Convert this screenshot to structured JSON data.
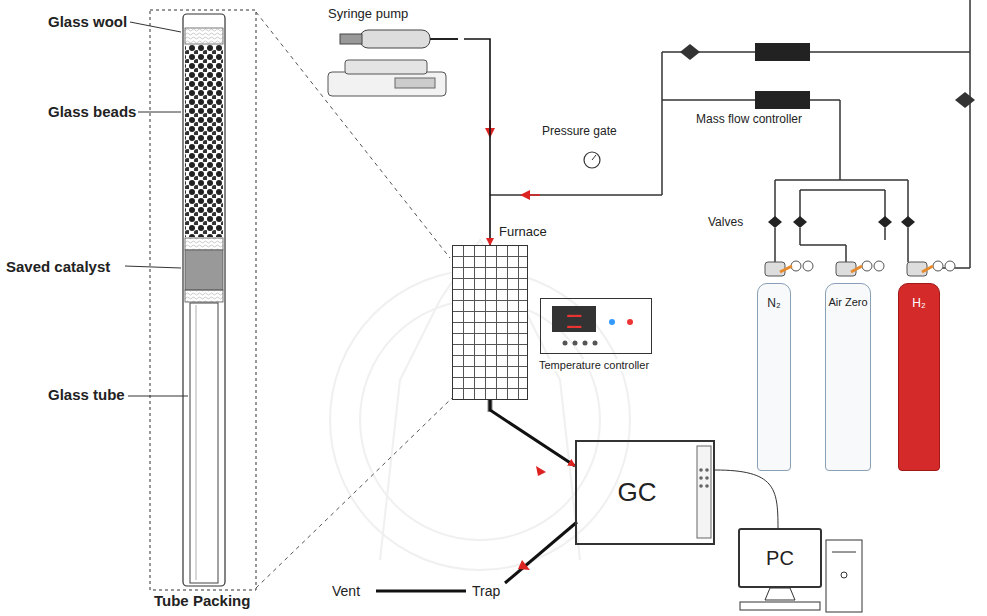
{
  "diagram": {
    "nodes": [
      {
        "text": [
          "Syringe pump"
        ]
      },
      {
        "text": [
          "Furnace"
        ]
      },
      {
        "text": [
          "Temperature controller"
        ]
      },
      {
        "text": [
          "GC"
        ]
      },
      {
        "text": [
          "PC"
        ]
      },
      {
        "text": [
          "N₂"
        ]
      },
      {
        "text": [
          "Air Zero"
        ]
      },
      {
        "text": [
          "H₂"
        ]
      }
    ],
    "edges": [
      {
        "from": 0,
        "to": 1,
        "arrow": "to"
      },
      {
        "from": 1,
        "to": 3,
        "arrow": "to"
      },
      {
        "from": 3,
        "to": 4,
        "arrow": "none"
      }
    ],
    "labels": [
      "Glass wool",
      "Glass beads",
      "Saved catalyst",
      "Glass tube",
      "Tube Packing",
      "Pressure gate",
      "Mass flow controller",
      "Valves",
      "Vent",
      "Trap"
    ]
  }
}
